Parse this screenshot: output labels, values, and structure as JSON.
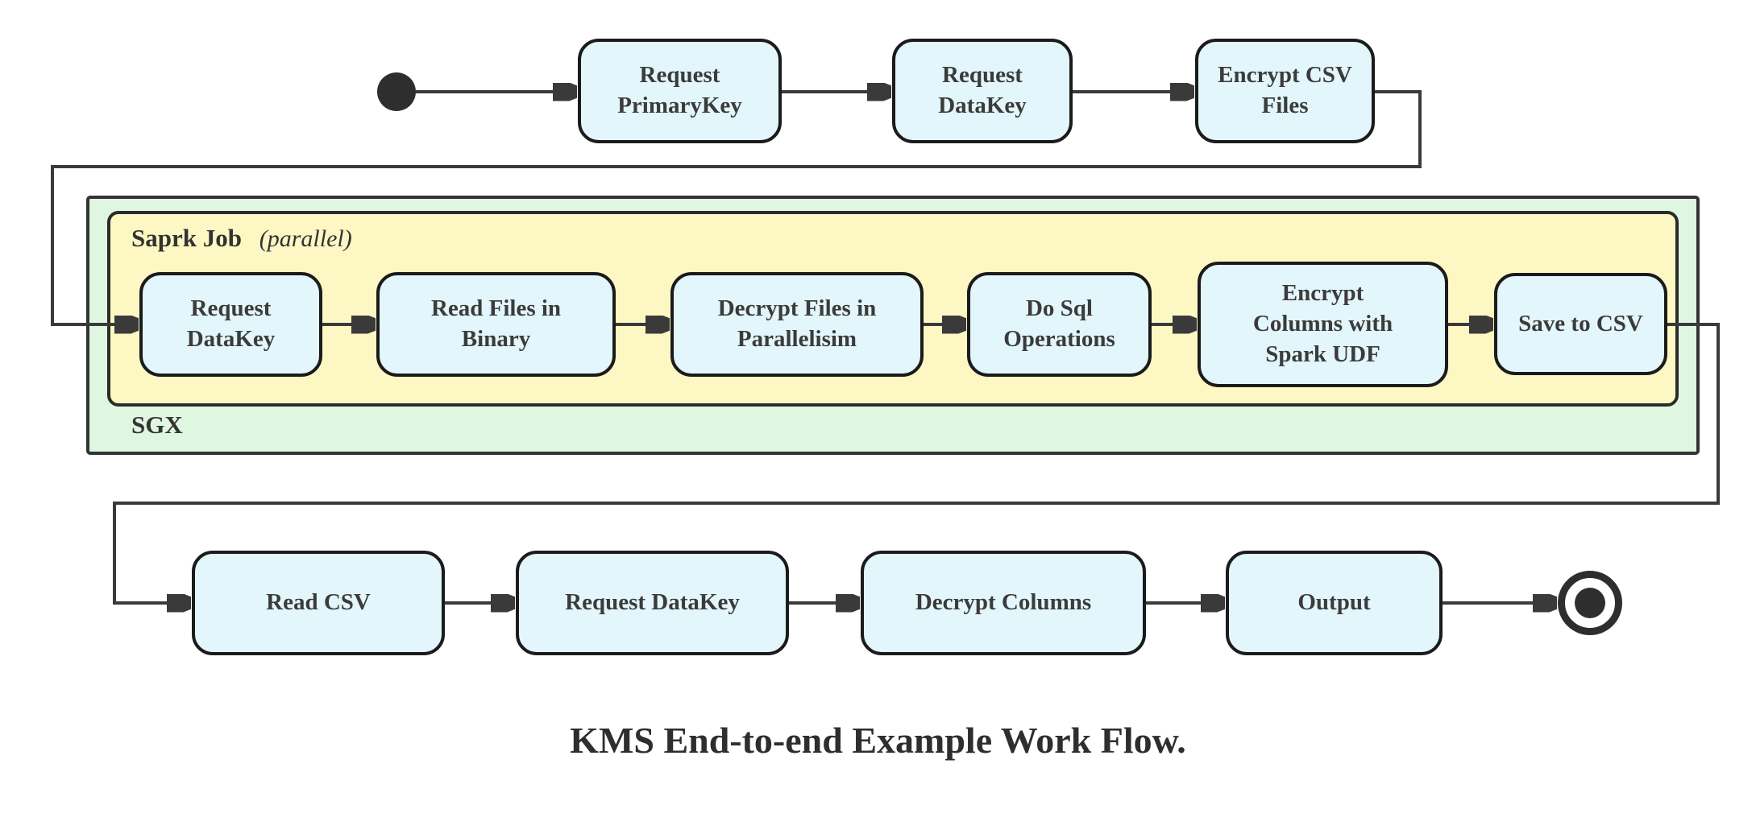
{
  "caption": "KMS End-to-end Example Work Flow.",
  "top_flow": {
    "nodes": [
      {
        "label": "Request PrimaryKey"
      },
      {
        "label": "Request DataKey"
      },
      {
        "label": "Encrypt CSV Files"
      }
    ]
  },
  "sgx_container": {
    "label": "SGX",
    "spark_job": {
      "label": "Saprk Job",
      "mode_note": "(parallel)",
      "nodes": [
        {
          "label": "Request DataKey"
        },
        {
          "label": "Read Files in Binary"
        },
        {
          "label": "Decrypt Files in Parallelisim"
        },
        {
          "label": "Do Sql Operations"
        },
        {
          "label": "Encrypt Columns with Spark UDF"
        },
        {
          "label": "Save to CSV"
        }
      ]
    }
  },
  "bottom_flow": {
    "nodes": [
      {
        "label": "Read CSV"
      },
      {
        "label": "Request DataKey"
      },
      {
        "label": "Decrypt Columns"
      },
      {
        "label": "Output"
      }
    ]
  },
  "colors": {
    "node_fill": "#e3f6fb",
    "node_border": "#1b1b1b",
    "spark_job_fill": "#fdf7c3",
    "sgx_fill": "#dff7e0",
    "edge": "#3a3a3a",
    "text": "#3b3b3b"
  }
}
